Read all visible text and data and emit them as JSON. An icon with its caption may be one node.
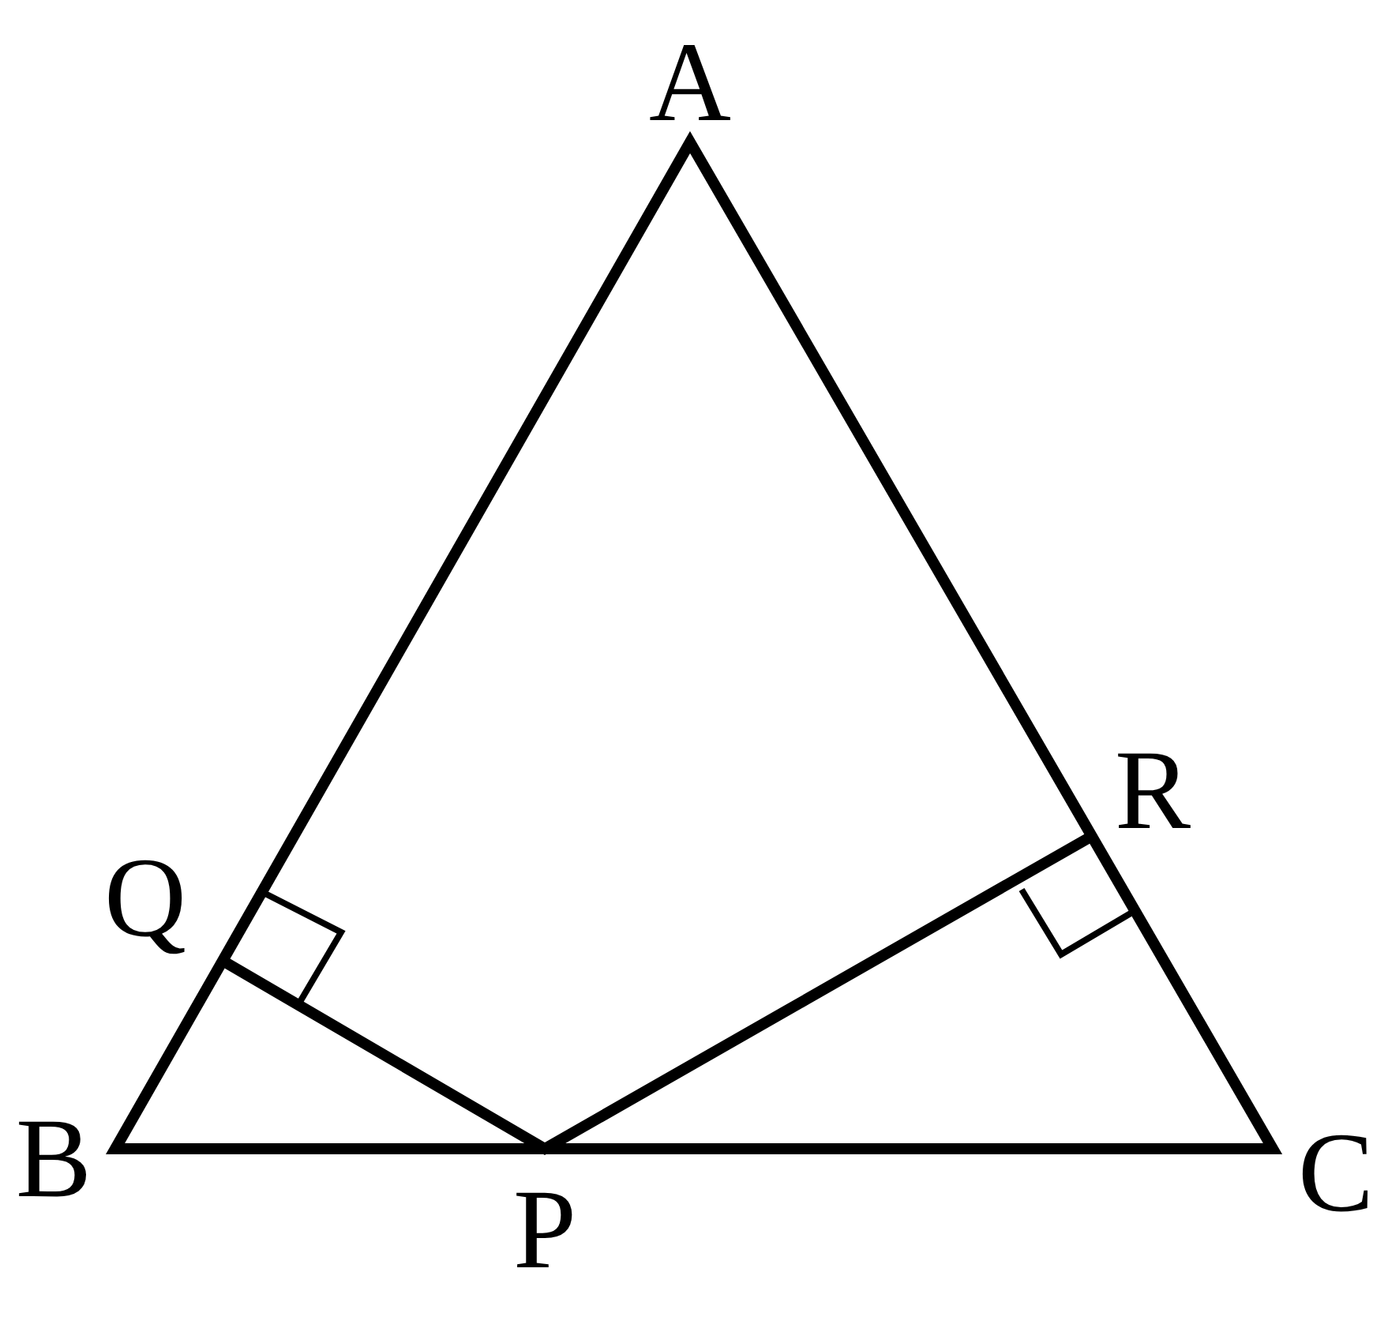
{
  "diagram": {
    "labels": [
      "A",
      "R",
      "Q",
      "B",
      "C",
      "P"
    ]
  }
}
